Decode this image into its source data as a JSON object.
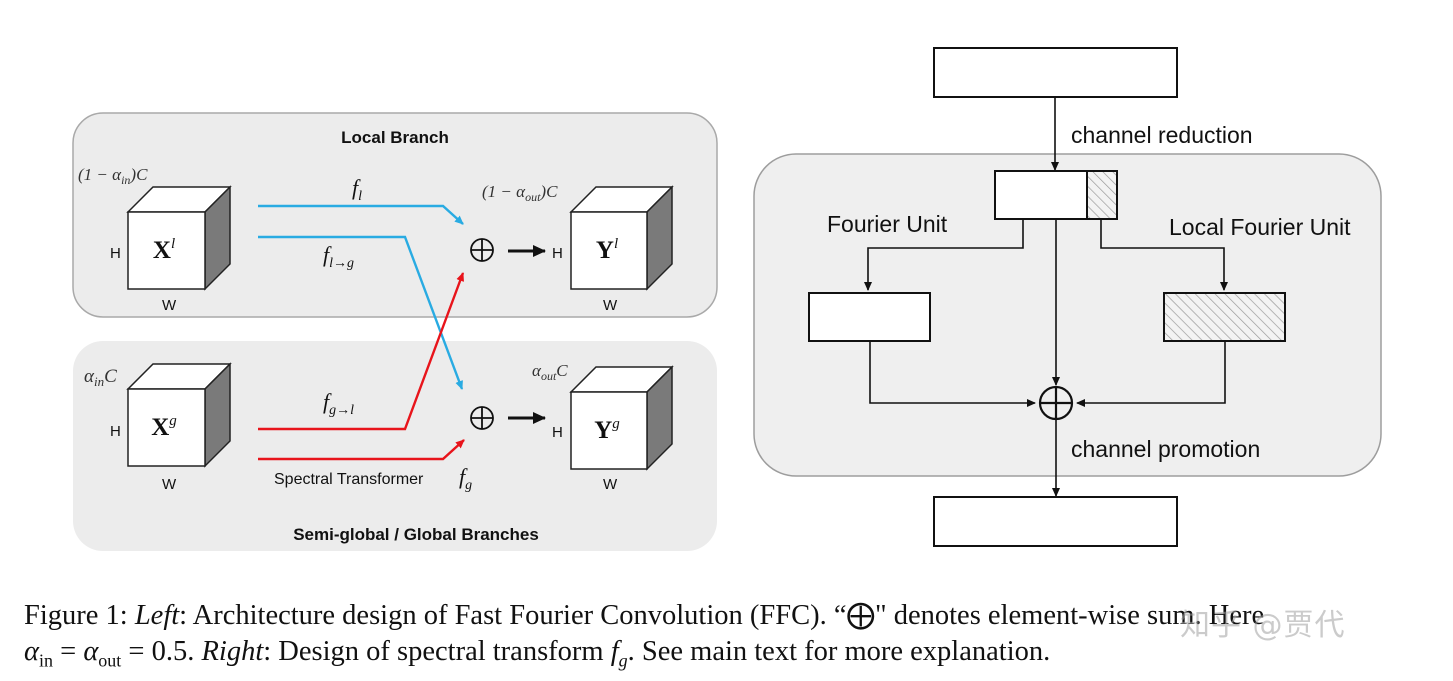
{
  "left": {
    "local_branch_title": "Local Branch",
    "global_branch_title": "Semi-global / Global Branches",
    "in_local_channels": "(1 − α",
    "in_local_channels_sub": "in",
    "in_local_channels_tail": ")C",
    "out_local_channels": "(1 − α",
    "out_local_channels_sub": "out",
    "out_local_channels_tail": ")C",
    "in_global_channels": "α",
    "in_global_channels_sub": "in",
    "in_global_channels_tail": "C",
    "out_global_channels": "α",
    "out_global_channels_sub": "out",
    "out_global_channels_tail": "C",
    "x_local": "X",
    "x_local_sup": "l",
    "x_global": "X",
    "x_global_sup": "g",
    "y_local": "Y",
    "y_local_sup": "l",
    "y_global": "Y",
    "y_global_sup": "g",
    "h_label": "H",
    "w_label": "W",
    "f_l": "f",
    "f_l_sub": "l",
    "f_l_to_g": "f",
    "f_l_to_g_sub": "l→g",
    "f_g_to_l": "f",
    "f_g_to_l_sub": "g→l",
    "spectral_label": "Spectral Transformer",
    "f_g": "f",
    "f_g_sub": "g",
    "plus_symbol": "⊕",
    "colors": {
      "local_arrow": "#29abe2",
      "global_arrow": "#e8141b",
      "panel_fill": "#ececec"
    }
  },
  "right": {
    "channel_reduction": "channel reduction",
    "fourier_unit": "Fourier Unit",
    "local_fourier_unit": "Local Fourier Unit",
    "channel_promotion": "channel promotion"
  },
  "caption": {
    "line1_prefix": "Figure 1: ",
    "line1_left": "Left",
    "line1_text": ": Architecture design of Fast Fourier Convolution (FFC). “",
    "line1_symbol": "⨁",
    "line1_tail": "\" denotes element-wise sum. Here",
    "line2_alpha_in": "α",
    "line2_alpha_in_sub": "in",
    "line2_eq": " = ",
    "line2_alpha_out": "α",
    "line2_alpha_out_sub": "out",
    "line2_value": " = 0.5. ",
    "line2_right": "Right",
    "line2_text": ": Design of spectral transform ",
    "line2_fg": "f",
    "line2_fg_sub": "g",
    "line2_tail": ". See main text for more explanation."
  },
  "watermark": "知乎 @贾代"
}
